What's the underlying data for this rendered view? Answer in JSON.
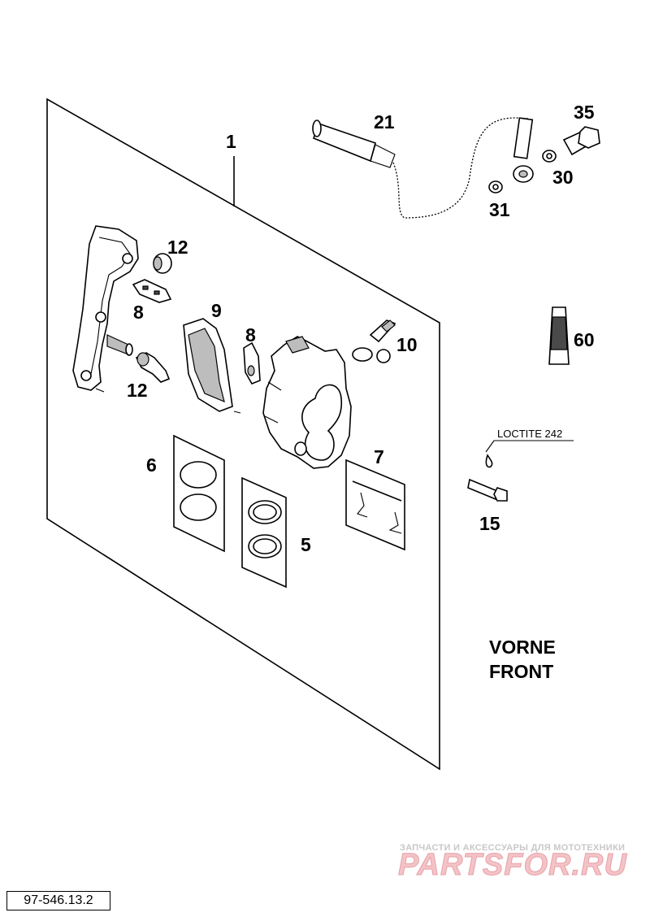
{
  "parts": {
    "p1": "1",
    "p5": "5",
    "p6": "6",
    "p7": "7",
    "p8a": "8",
    "p8b": "8",
    "p9": "9",
    "p10": "10",
    "p12a": "12",
    "p12b": "12",
    "p15": "15",
    "p21": "21",
    "p30": "30",
    "p31": "31",
    "p35": "35",
    "p60": "60"
  },
  "notes": {
    "loctite": "LOCTITE 242"
  },
  "heading": {
    "line1": "VORNE",
    "line2": "FRONT"
  },
  "watermark": {
    "tagline": "ЗАПЧАСТИ И АКСЕССУАРЫ ДЛЯ МОТОТЕХНИКИ",
    "brand": "PARTSFOR.RU"
  },
  "drawing_code": "97-546.13.2"
}
